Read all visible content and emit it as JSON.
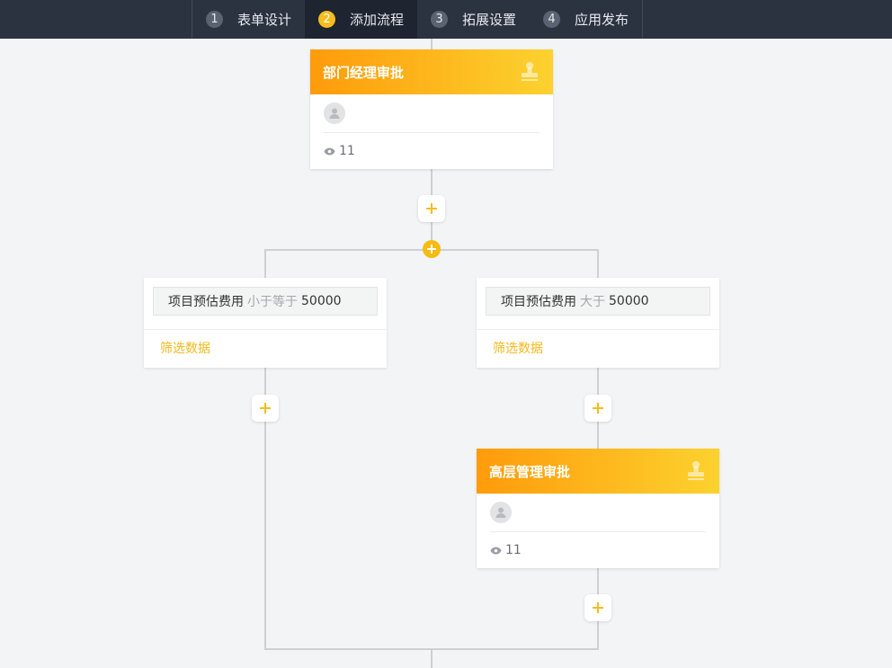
{
  "steps": [
    {
      "num": "1",
      "label": "表单设计"
    },
    {
      "num": "2",
      "label": "添加流程"
    },
    {
      "num": "3",
      "label": "拓展设置"
    },
    {
      "num": "4",
      "label": "应用发布"
    }
  ],
  "active_step": 2,
  "nodes": {
    "dept_manager": {
      "title": "部门经理审批",
      "views": "11"
    },
    "senior_manager": {
      "title": "高层管理审批",
      "views": "11"
    }
  },
  "branches": [
    {
      "field": "项目预估费用",
      "operator": "小于等于",
      "value": "50000",
      "filter_label": "筛选数据"
    },
    {
      "field": "项目预估费用",
      "operator": "大于",
      "value": "50000",
      "filter_label": "筛选数据"
    }
  ],
  "colors": {
    "accent": "#f5bd1f",
    "header_gradient_start": "#ff9b0b",
    "header_gradient_end": "#fcd22f",
    "topbar": "#2b3240"
  },
  "icons": {
    "stamp": "stamp-icon",
    "avatar": "user-avatar-icon",
    "views": "eye-icon",
    "add": "plus-icon"
  }
}
